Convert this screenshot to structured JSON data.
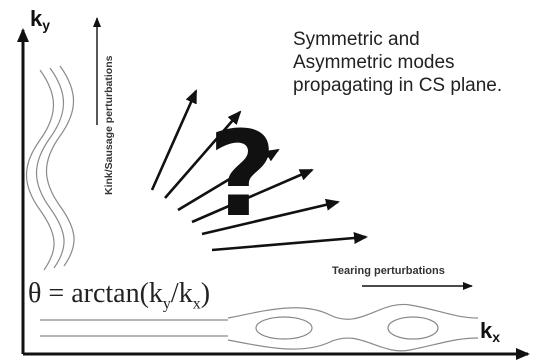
{
  "figure": {
    "axis_y_label": "k",
    "axis_y_sub": "y",
    "axis_x_label": "k",
    "axis_x_sub": "x",
    "caption_line1": "Symmetric and",
    "caption_line2": "Asymmetric modes",
    "caption_line3": "propagating in CS plane.",
    "kink_label": "Kink/Sausage perturbations",
    "tearing_label": "Tearing perturbations",
    "formula": "θ = arctan(k",
    "formula_sub1": "y",
    "formula_mid": "/k",
    "formula_sub2": "x",
    "formula_end": ")",
    "question_mark": "?"
  },
  "colors": {
    "axis": "#111111",
    "arrow": "#111111",
    "curve": "#777777"
  }
}
